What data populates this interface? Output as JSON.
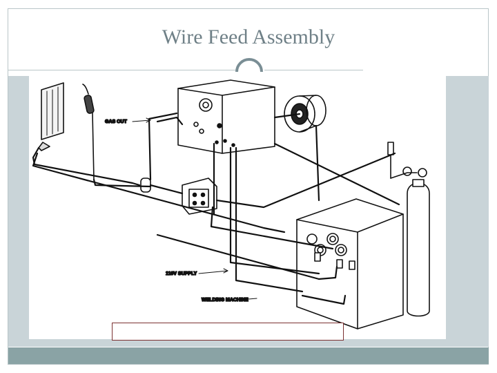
{
  "slide": {
    "title": "Wire Feed Assembly"
  },
  "diagram": {
    "labels": {
      "gas_out": "GAS OUT",
      "supply": "110V SUPPLY",
      "welding_machine": "WELDING MACHINE"
    }
  },
  "colors": {
    "title": "#6f8087",
    "side_band": "#c9d4d8",
    "footer_bar": "#8aa3a5",
    "caption_border": "#7a3030"
  }
}
